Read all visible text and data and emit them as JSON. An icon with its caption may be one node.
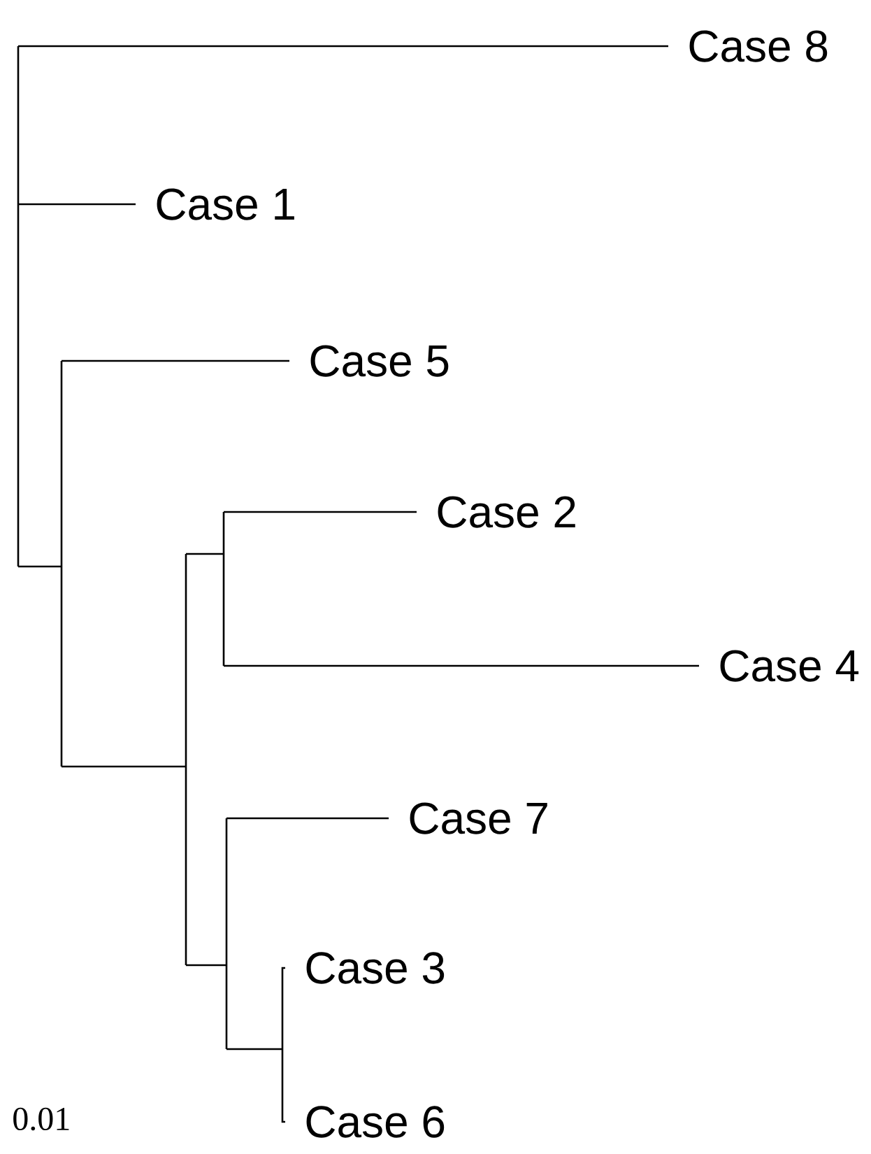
{
  "diagram": {
    "nodes": [
      {
        "text": [
          "Case 8"
        ]
      },
      {
        "text": [
          "Case 1"
        ]
      },
      {
        "text": [
          "Case 5"
        ]
      },
      {
        "text": [
          "Case 2"
        ]
      },
      {
        "text": [
          "Case 4"
        ]
      },
      {
        "text": [
          "Case 7"
        ]
      },
      {
        "text": [
          "Case 3"
        ]
      },
      {
        "text": [
          "Case 6"
        ]
      }
    ],
    "edges": [
      {
        "from": null,
        "to": 0,
        "arrow": "none"
      },
      {
        "from": null,
        "to": 1,
        "arrow": "none"
      },
      {
        "from": null,
        "to": 2,
        "arrow": "none"
      },
      {
        "from": null,
        "to": 3,
        "arrow": "none"
      },
      {
        "from": null,
        "to": 4,
        "arrow": "none"
      },
      {
        "from": null,
        "to": 5,
        "arrow": "none"
      },
      {
        "from": null,
        "to": 6,
        "arrow": "none"
      },
      {
        "from": null,
        "to": 7,
        "arrow": "none"
      }
    ],
    "labels": [
      "0.01"
    ]
  }
}
